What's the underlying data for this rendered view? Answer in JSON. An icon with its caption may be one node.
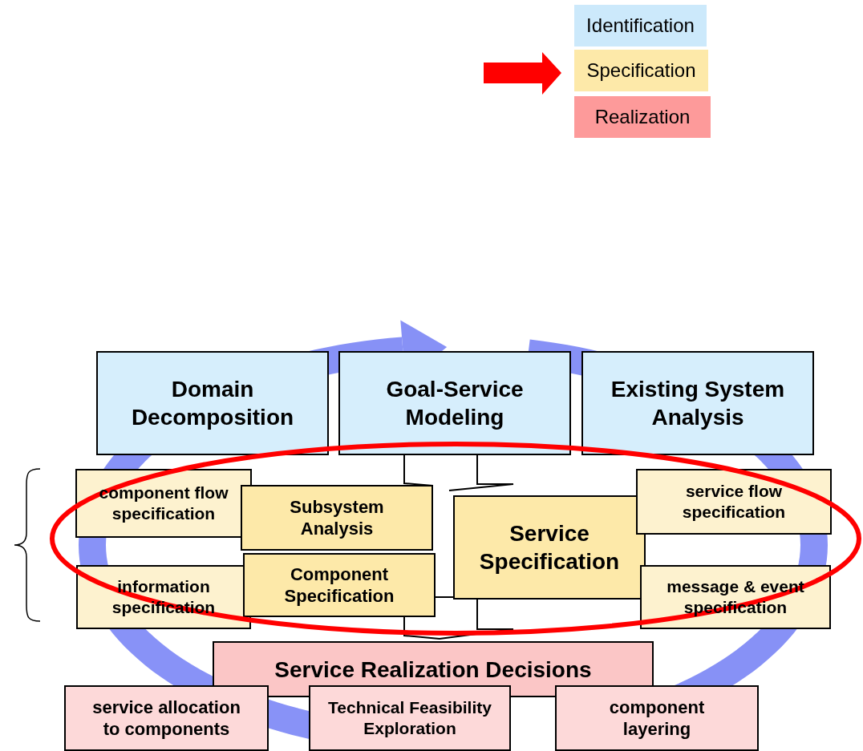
{
  "diagram": {
    "nodes": [
      {
        "text": [
          "Domain Decomposition"
        ]
      },
      {
        "text": [
          "Goal-Service Modeling"
        ]
      },
      {
        "text": [
          "Existing System Analysis"
        ]
      },
      {
        "text": [
          "component flow specification"
        ]
      },
      {
        "text": [
          "Subsystem Analysis"
        ]
      },
      {
        "text": [
          "information specification"
        ]
      },
      {
        "text": [
          "Component Specification"
        ]
      },
      {
        "text": [
          "Service Specification"
        ]
      },
      {
        "text": [
          "service flow specification"
        ]
      },
      {
        "text": [
          "message & event specification"
        ]
      },
      {
        "text": [
          "Service Realization Decisions"
        ]
      },
      {
        "text": [
          "service allocation to components"
        ]
      },
      {
        "text": [
          "Technical Feasibility Exploration"
        ]
      },
      {
        "text": [
          "component layering"
        ]
      }
    ],
    "legend": [
      {
        "text": "Identification",
        "color": "#cce9fb"
      },
      {
        "text": "Specification",
        "color": "#fde9a9"
      },
      {
        "text": "Realization",
        "color": "#fd9a9a"
      }
    ]
  }
}
